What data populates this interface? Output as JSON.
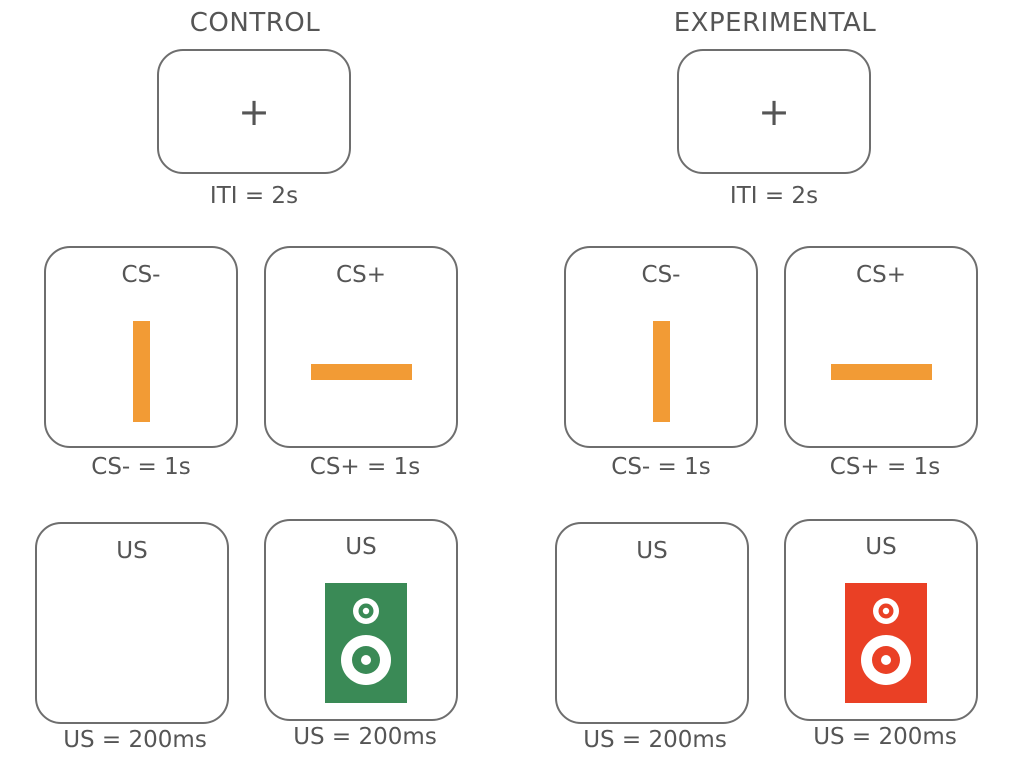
{
  "colors": {
    "border": "#6e6e6e",
    "text": "#555555",
    "cue_bar": "#f29b35",
    "speaker_control": "#3a8a56",
    "speaker_experimental": "#ea4025"
  },
  "groups": [
    {
      "title": "CONTROL",
      "fixation": {
        "symbol": "+",
        "caption": "ITI = 2s"
      },
      "cs_minus": {
        "label": "CS-",
        "caption": "CS- = 1s",
        "icon": "vertical-bar"
      },
      "cs_plus": {
        "label": "CS+",
        "caption": "CS+ = 1s",
        "icon": "horizontal-bar"
      },
      "us_blank": {
        "label": "US",
        "caption": "US = 200ms"
      },
      "us_sound": {
        "label": "US",
        "caption": "US = 200ms",
        "icon": "speaker-icon-green"
      }
    },
    {
      "title": "EXPERIMENTAL",
      "fixation": {
        "symbol": "+",
        "caption": "ITI = 2s"
      },
      "cs_minus": {
        "label": "CS-",
        "caption": "CS- = 1s",
        "icon": "vertical-bar"
      },
      "cs_plus": {
        "label": "CS+",
        "caption": "CS+ = 1s",
        "icon": "horizontal-bar"
      },
      "us_blank": {
        "label": "US",
        "caption": "US = 200ms"
      },
      "us_sound": {
        "label": "US",
        "caption": "US = 200ms",
        "icon": "speaker-icon-red"
      }
    }
  ]
}
